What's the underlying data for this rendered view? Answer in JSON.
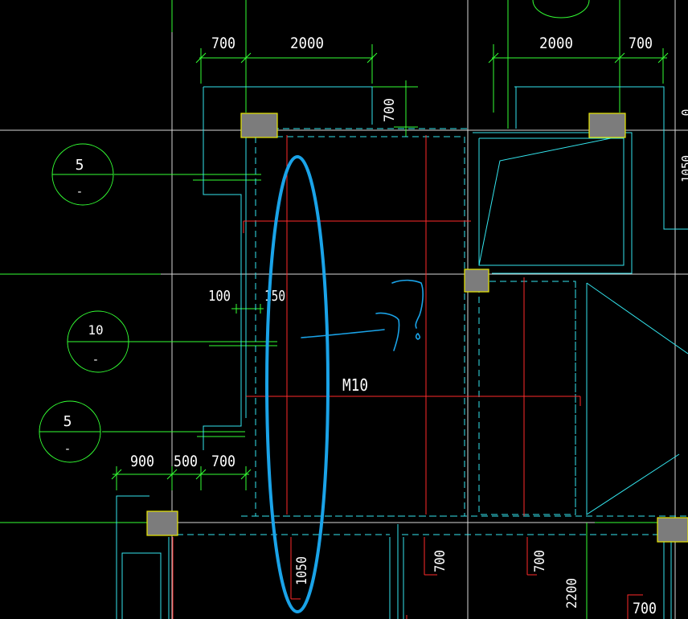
{
  "colors": {
    "background": "#000000",
    "grid_line": "#d8d8d8",
    "dimension": "#33ff33",
    "outline": "#33e5ee",
    "rebar": "#ff2a2a",
    "column_fill": "#7c7c7c",
    "column_edge": "#e8e800",
    "markup_blue": "#1aa3e8",
    "text": "#ffffff"
  },
  "dimensions": {
    "top_left_700": "700",
    "top_left_2000": "2000",
    "top_right_2000": "2000",
    "top_right_700": "700",
    "vertical_700": "700",
    "left_100": "100",
    "left_150": "150",
    "bottom_900": "900",
    "bottom_500": "500",
    "bottom_700": "700",
    "bottom_1050": "1050",
    "bottom_700a": "700",
    "bottom_700b": "700",
    "bottom_2200": "2200",
    "bottom_right_700": "700",
    "edge_right_top": "1050",
    "edge_right_small": "0"
  },
  "labels": {
    "door_mark": "M10"
  },
  "axis_bubbles": [
    {
      "top": "5",
      "bottom": "-"
    },
    {
      "top": "10",
      "bottom": "-"
    },
    {
      "top": "5",
      "bottom": "-"
    }
  ]
}
